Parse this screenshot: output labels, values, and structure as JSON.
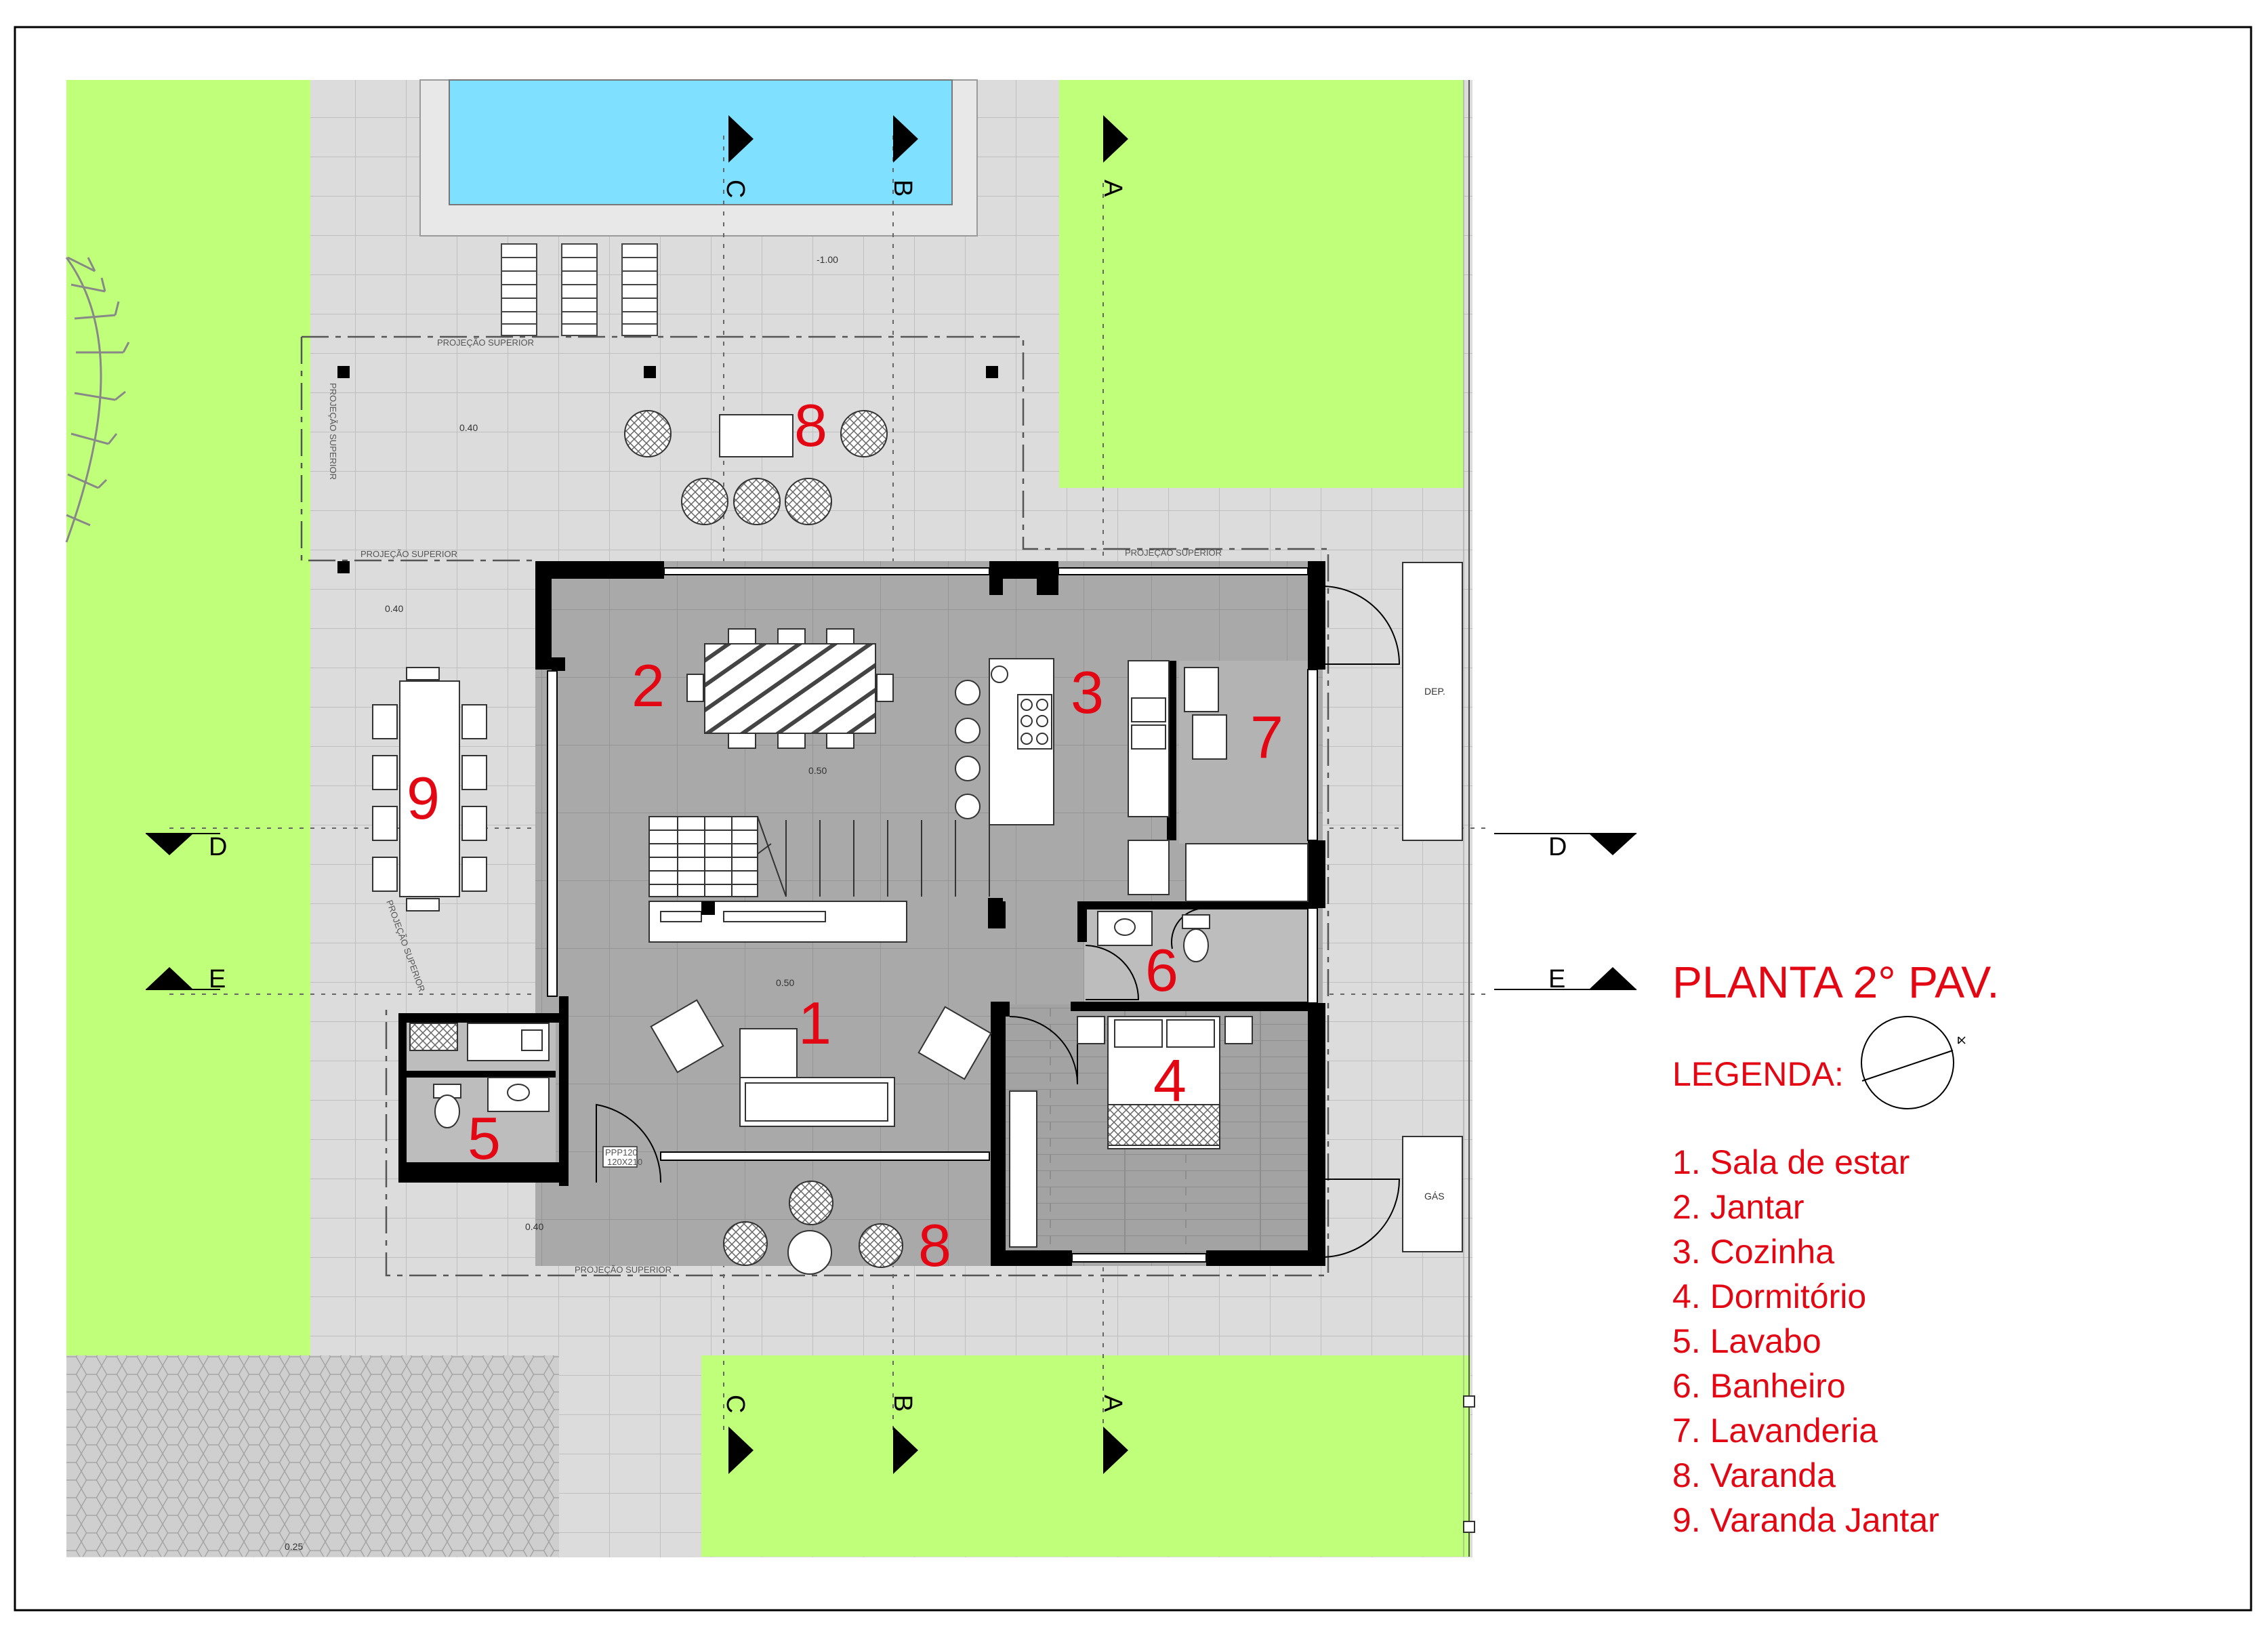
{
  "title": "PLANTA 2° PAV.",
  "legend_title": "LEGENDA:",
  "legend_items": [
    "1. Sala de estar",
    "2. Jantar",
    "3. Cozinha",
    "4. Dormitório",
    "5. Lavabo",
    "6. Banheiro",
    "7. Lavanderia",
    "8. Varanda",
    "9. Varanda Jantar"
  ],
  "room_numbers": {
    "sala": "1",
    "jantar": "2",
    "cozinha": "3",
    "dormitorio": "4",
    "lavabo": "5",
    "banheiro": "6",
    "lavanderia": "7",
    "varanda_top": "8",
    "varanda_bottom": "8",
    "varanda_jantar": "9"
  },
  "section_marks": {
    "a": "A",
    "b": "B",
    "c": "C",
    "d": "D",
    "e": "E"
  },
  "annotations": {
    "projecao": "PROJEÇÃO SUPERIOR",
    "level_pool": "-1.00",
    "level_040": "0.40",
    "level_050": "0.50",
    "level_025": "0.25",
    "dep": "DEP.",
    "gas": "GÁS",
    "door_code": "PPP120",
    "door_size": "120X210"
  },
  "colors": {
    "lawn": "#c0ff7a",
    "pool": "#80e0ff",
    "paving": "#dcdcdc",
    "interior": "#a8a8a8",
    "walls": "#000000",
    "accent": "#e30613"
  }
}
